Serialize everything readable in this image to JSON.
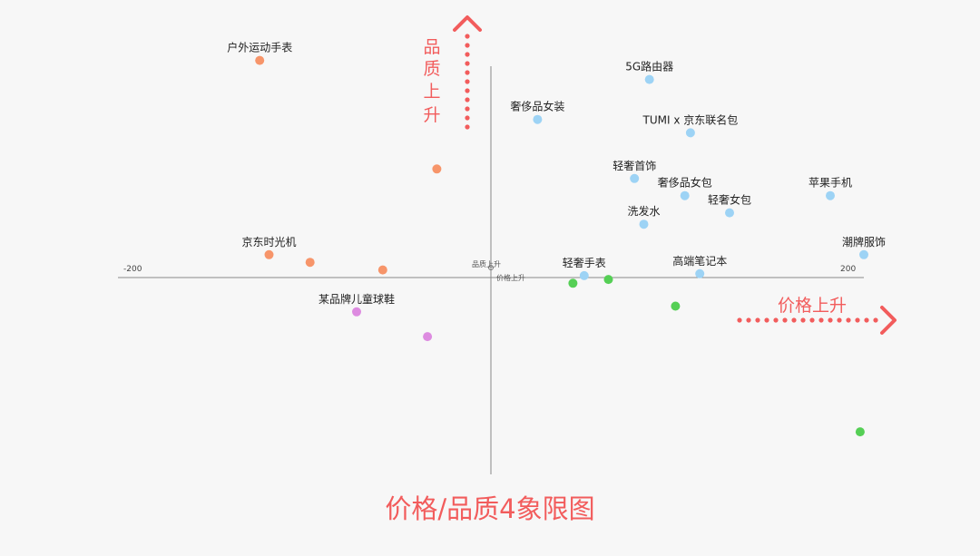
{
  "title": "价格/品质4象限图",
  "colors": {
    "accent": "#f25c5c",
    "axis": "#888888",
    "orange": "#f7956a",
    "blue": "#9dd3f5",
    "green": "#55cf55",
    "purple": "#dd8be0"
  },
  "annotations": {
    "quality_up_vertical": [
      "品",
      "质",
      "上",
      "升"
    ],
    "price_up": "价格上升",
    "origin_quality": "品质上升",
    "origin_price": "价格上升"
  },
  "chart_data": {
    "type": "scatter",
    "title": "价格/品质4象限图",
    "xlabel": "价格上升",
    "ylabel": "品质上升",
    "xlim": [
      -200,
      200
    ],
    "ylim": [
      -110,
      115
    ],
    "x_tick_labels": [
      "-200",
      "200"
    ],
    "grid": false,
    "legend": "none",
    "points": [
      {
        "label": "户外运动手表",
        "x": -124,
        "y": 114,
        "color": "orange"
      },
      {
        "label": "",
        "x": -29,
        "y": 57,
        "color": "orange"
      },
      {
        "label": "京东时光机",
        "x": -119,
        "y": 12,
        "color": "orange"
      },
      {
        "label": "",
        "x": -97,
        "y": 8,
        "color": "orange"
      },
      {
        "label": "",
        "x": -58,
        "y": 4,
        "color": "orange"
      },
      {
        "label": "5G路由器",
        "x": 85,
        "y": 104,
        "color": "blue"
      },
      {
        "label": "奢侈品女装",
        "x": 25,
        "y": 83,
        "color": "blue"
      },
      {
        "label": "TUMI x 京东联名包",
        "x": 107,
        "y": 76,
        "color": "blue"
      },
      {
        "label": "轻奢首饰",
        "x": 77,
        "y": 52,
        "color": "blue"
      },
      {
        "label": "奢侈品女包",
        "x": 104,
        "y": 43,
        "color": "blue"
      },
      {
        "label": "苹果手机",
        "x": 182,
        "y": 43,
        "color": "blue"
      },
      {
        "label": "轻奢女包",
        "x": 128,
        "y": 34,
        "color": "blue"
      },
      {
        "label": "洗发水",
        "x": 82,
        "y": 28,
        "color": "blue"
      },
      {
        "label": "潮牌服饰",
        "x": 200,
        "y": 12,
        "color": "blue"
      },
      {
        "label": "轻奢手表",
        "x": 50,
        "y": 1,
        "color": "blue"
      },
      {
        "label": "高端笔记本",
        "x": 112,
        "y": 2,
        "color": "blue"
      },
      {
        "label": "",
        "x": 44,
        "y": -3,
        "color": "green"
      },
      {
        "label": "",
        "x": 63,
        "y": -1,
        "color": "green"
      },
      {
        "label": "",
        "x": 99,
        "y": -15,
        "color": "green"
      },
      {
        "label": "",
        "x": 198,
        "y": -81,
        "color": "green"
      },
      {
        "label": "某品牌儿童球鞋",
        "x": -72,
        "y": -18,
        "color": "purple"
      },
      {
        "label": "",
        "x": -34,
        "y": -31,
        "color": "purple"
      }
    ]
  }
}
